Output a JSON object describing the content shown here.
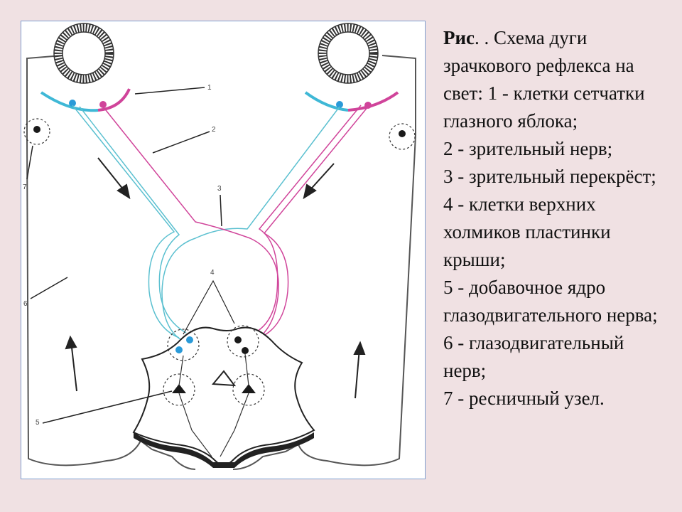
{
  "caption": {
    "prefix": "Рис",
    "title": ". . Схема дуги зрачкового рефлекса на свет: 1 - клетки сетчатки глазного яблока;",
    "items": [
      "2 - зрительный нерв;",
      "3 - зрительный перекрёст; 4 - клетки верхних холмиков пластинки крыши;",
      "5 - добавочное ядро глазодвигательного нерва;",
      "6 - глазодвигательный нерв;",
      "7 - ресничный узел."
    ]
  },
  "diagram": {
    "labels": [
      "1",
      "2",
      "3",
      "4",
      "5",
      "6",
      "7"
    ],
    "colors": {
      "cyan": "#5bc0d0",
      "magenta": "#d0449a",
      "blue": "#2a9ad8",
      "black": "#1a1a1a"
    }
  }
}
